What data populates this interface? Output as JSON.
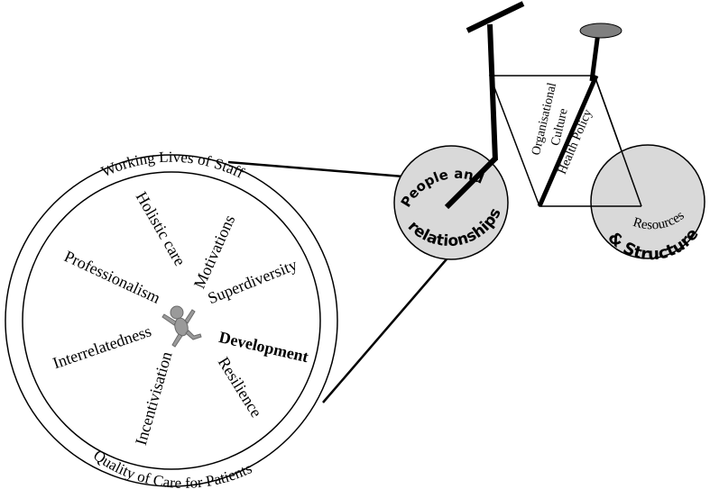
{
  "bicycle": {
    "front_wheel_label_1": "People and",
    "front_wheel_label_2": "relationships",
    "rear_wheel_label_1": "Resources",
    "rear_wheel_label_2": "& Structure",
    "frame_label_culture_1": "Organisational",
    "frame_label_culture_2": "Culture",
    "frame_label_policy": "Health Policy",
    "wheel_fill": "#d9d9d9",
    "saddle_fill": "#7f7f7f"
  },
  "magnified_wheel": {
    "ring_top_label": "Working Lives of Staff",
    "ring_bottom_label": "Quality of Care for Patients",
    "spokes": [
      "Holistic care",
      "Motivations",
      "Professionalism",
      "Superdiversity",
      "Interrelatedness",
      "Development",
      "Incentivisation",
      "Resilience"
    ],
    "figure_icon": "person-figure-icon",
    "figure_fill": "#9a9a9a"
  }
}
